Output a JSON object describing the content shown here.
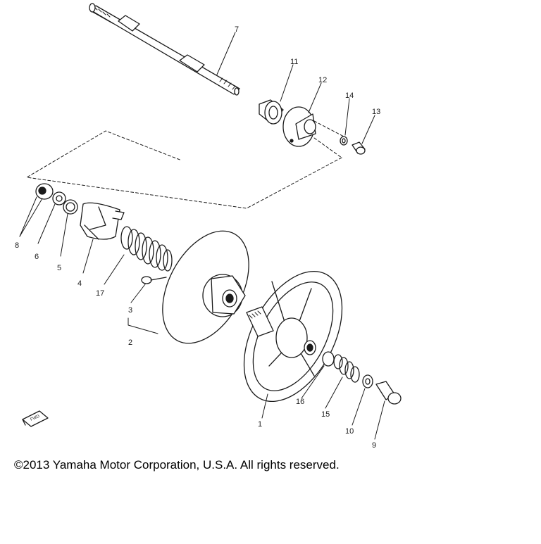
{
  "diagram": {
    "callouts": {
      "c1": "1",
      "c2": "2",
      "c3": "3",
      "c4": "4",
      "c5": "5",
      "c6": "6",
      "c7": "7",
      "c8": "8",
      "c9": "9",
      "c10": "10",
      "c11": "11",
      "c12": "12",
      "c13": "13",
      "c14": "14",
      "c15": "15",
      "c16": "16",
      "c17": "17"
    },
    "direction_badge": "FWD"
  },
  "footer": {
    "copyright": "©2013 Yamaha Motor Corporation, U.S.A. All rights reserved."
  },
  "colors": {
    "ink": "#1a1a1a",
    "paper": "#ffffff"
  }
}
